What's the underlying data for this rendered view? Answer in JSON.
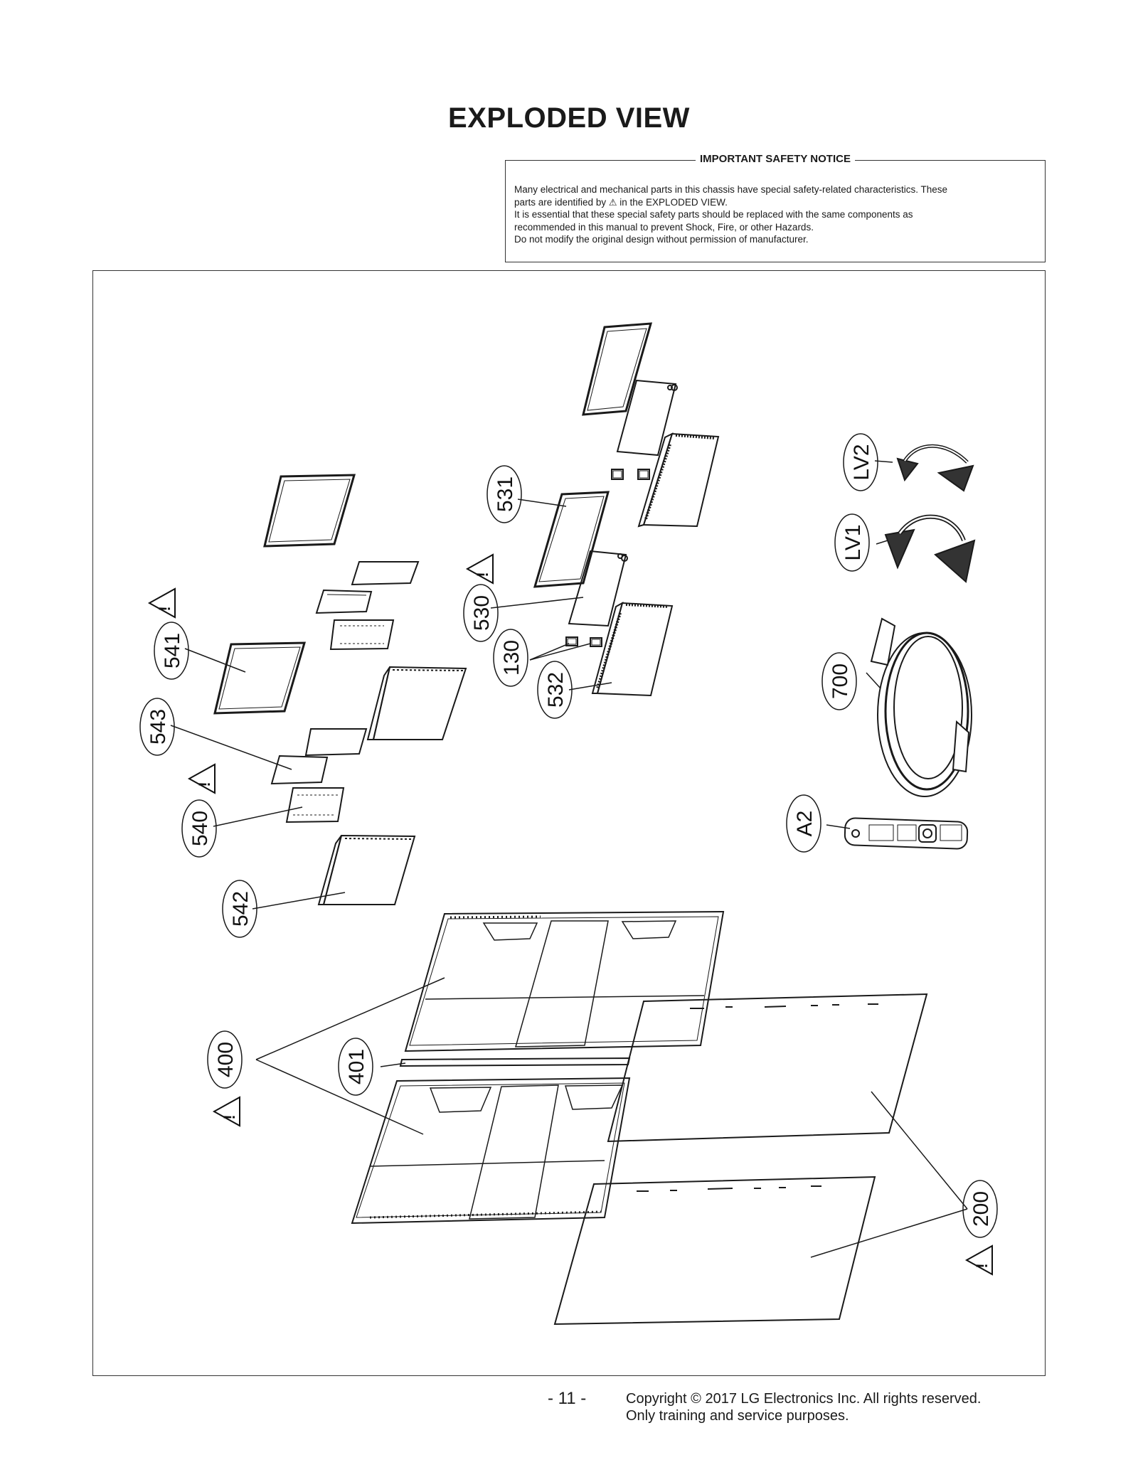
{
  "title": "EXPLODED VIEW",
  "safety_notice": {
    "heading": "IMPORTANT SAFETY NOTICE",
    "line1": "Many electrical and mechanical parts in this chassis have special safety-related characteristics. These",
    "line2_a": "parts are identified by",
    "line2_symbol": "⚠",
    "line2_b": "in the EXPLODED VIEW.",
    "line3": "It is essential that these special safety parts should be replaced with the same components as",
    "line4": "recommended in this manual to prevent Shock, Fire, or other Hazards.",
    "line5": "Do not modify the original design without permission of manufacturer."
  },
  "callouts": {
    "c531": "531",
    "c530": "530",
    "c130": "130",
    "c532": "532",
    "c541": "541",
    "c543": "543",
    "c540": "540",
    "c542": "542",
    "c400": "400",
    "c401": "401",
    "c200": "200",
    "cLV2": "LV2",
    "cLV1": "LV1",
    "c700": "700",
    "cA2": "A2"
  },
  "warning_mark": "!",
  "footer": {
    "page_number": "- 11 -",
    "copyright_line1": "Copyright © 2017 LG Electronics Inc. All rights reserved.",
    "copyright_line2": "Only training and service purposes."
  }
}
